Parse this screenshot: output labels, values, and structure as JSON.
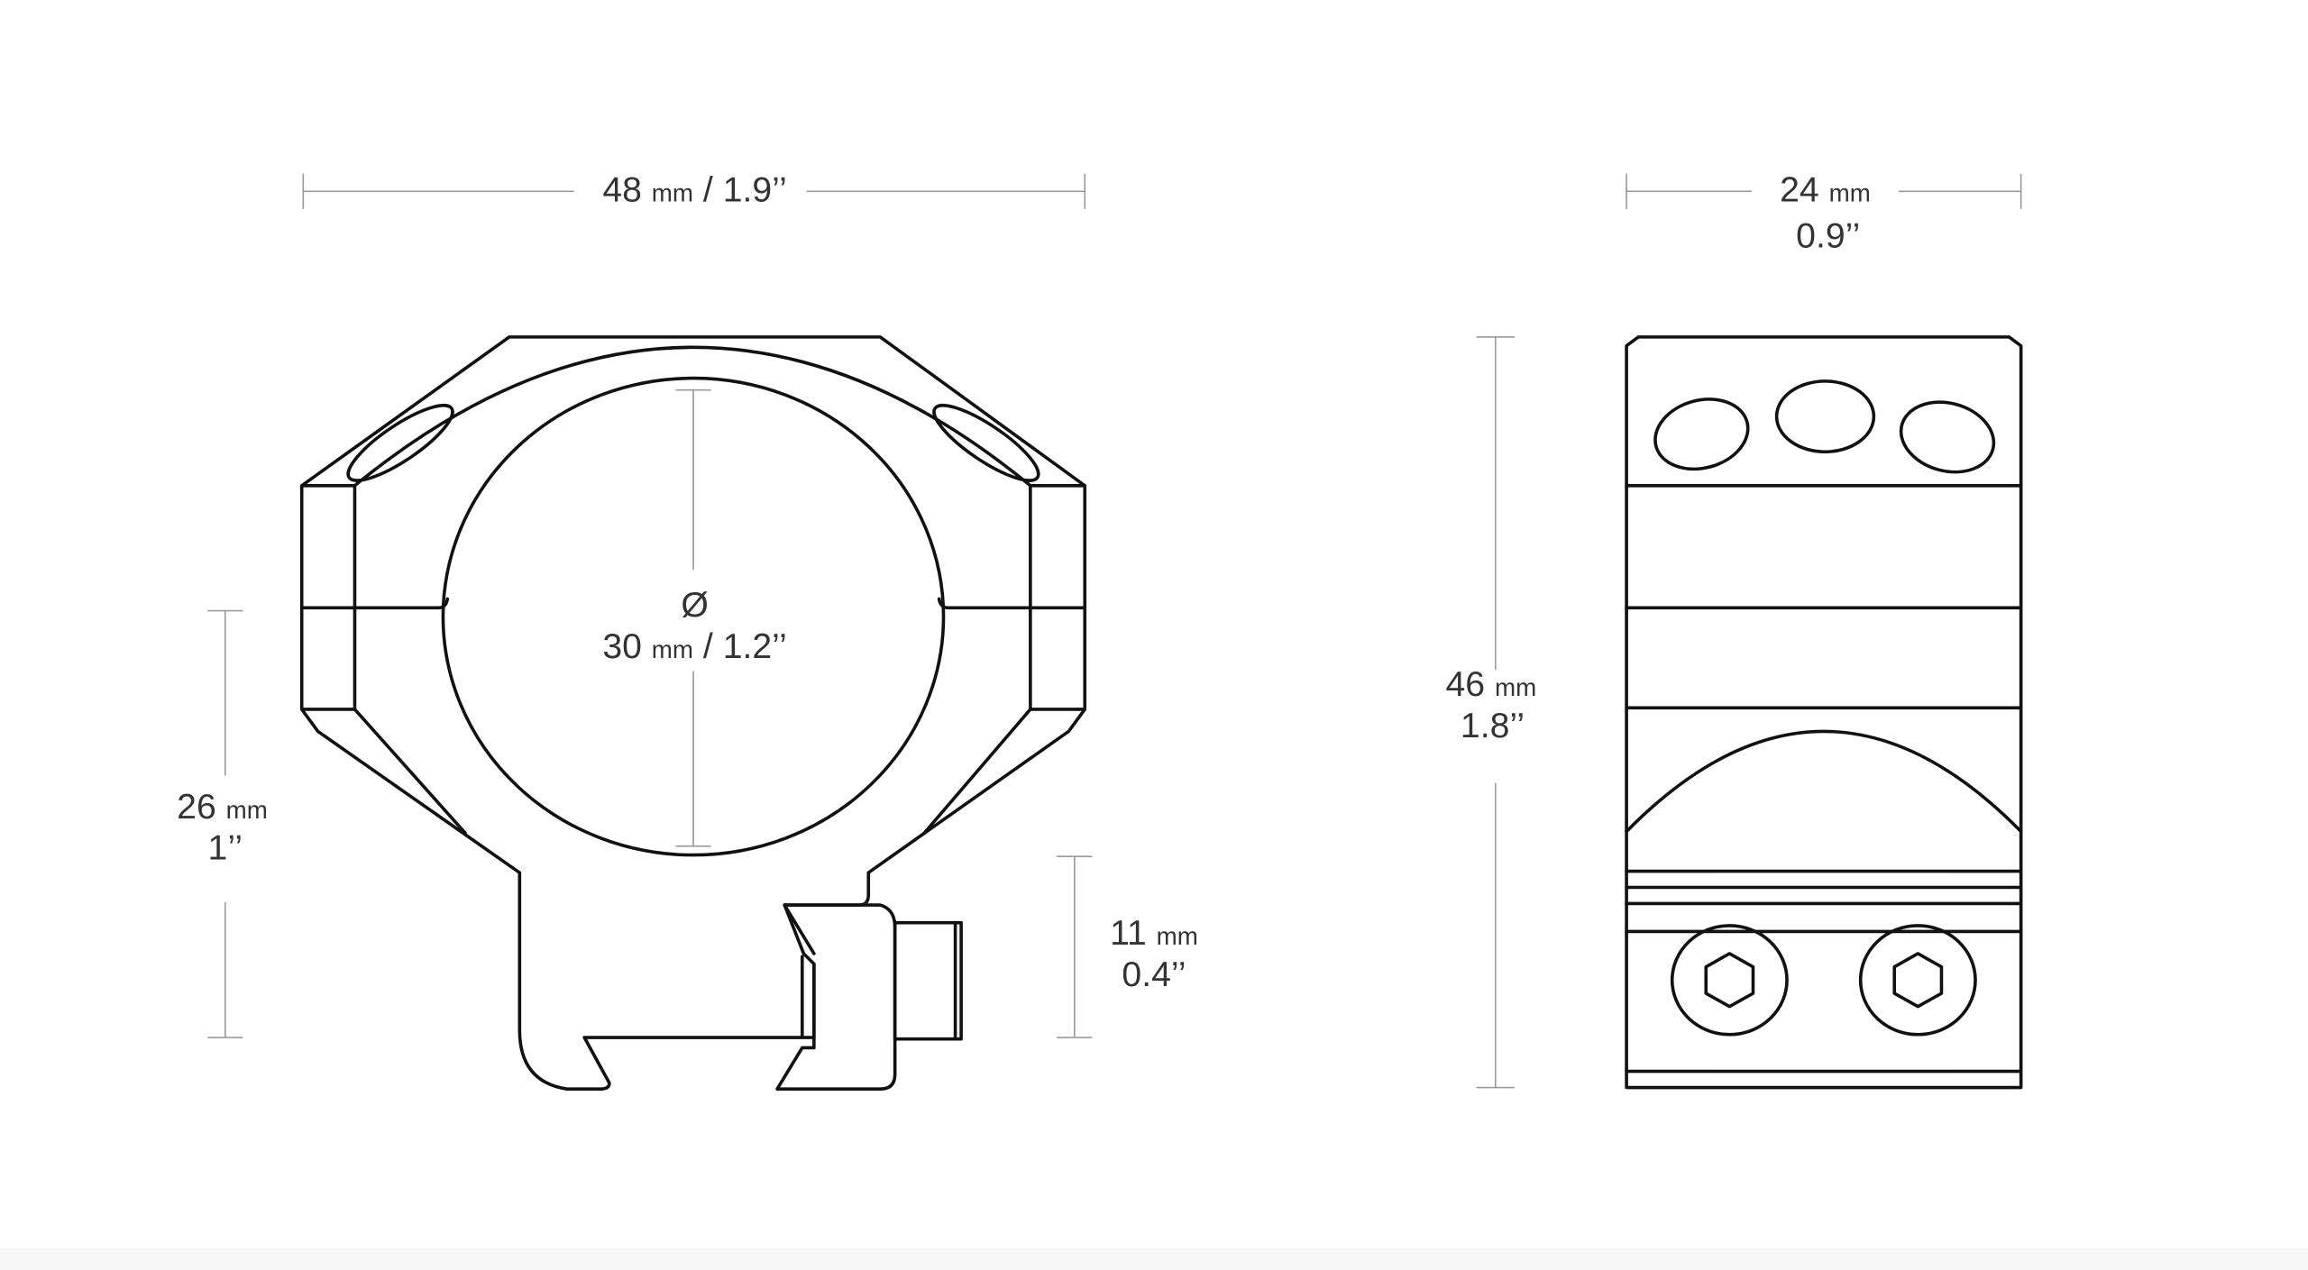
{
  "front_view": {
    "width_dim": {
      "value": "48",
      "unit": "mm",
      "imperial": "/ 1.9’’"
    },
    "diameter_dim": {
      "symbol": "Ø",
      "value": "30",
      "unit": "mm",
      "imperial": "/ 1.2’’"
    },
    "height_dim": {
      "value": "26",
      "unit": "mm",
      "imperial": "1’’"
    },
    "clamp_dim": {
      "value": "11",
      "unit": "mm",
      "imperial": "0.4’’"
    }
  },
  "side_view": {
    "width_dim": {
      "value": "24",
      "unit": "mm",
      "imperial": "0.9’’"
    },
    "height_dim": {
      "value": "46",
      "unit": "mm",
      "imperial": "1.8’’"
    }
  },
  "colors": {
    "line": "#111111",
    "dimension": "#9a9a9a",
    "text": "#333333"
  }
}
